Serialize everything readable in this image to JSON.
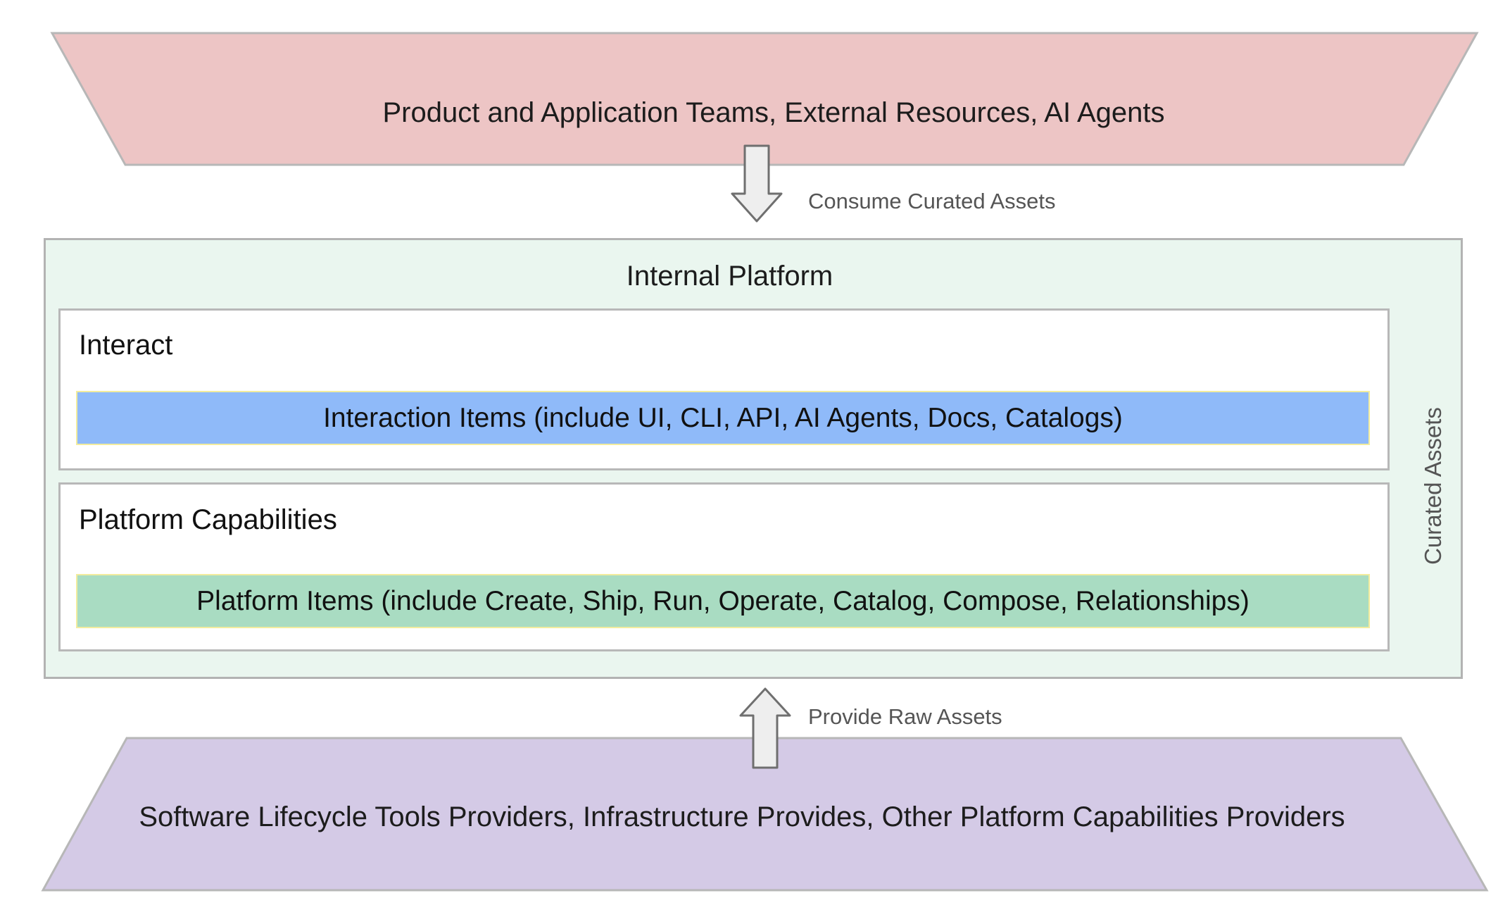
{
  "top_band": {
    "label": "Product and Application Teams, External Resources, AI Agents",
    "color": "#edc5c5"
  },
  "consume_arrow": {
    "label": "Consume Curated Assets"
  },
  "platform": {
    "title": "Internal Platform",
    "background": "#eaf6ef",
    "side_label": "Curated Assets",
    "interact": {
      "title": "Interact",
      "item_label": "Interaction Items (include UI, CLI, API, AI Agents, Docs, Catalogs)",
      "item_color": "#8fbaf9"
    },
    "capabilities": {
      "title": "Platform Capabilities",
      "item_label": "Platform Items (include Create, Ship, Run, Operate, Catalog, Compose, Relationships)",
      "item_color": "#a9dcc2"
    }
  },
  "provide_arrow": {
    "label": "Provide Raw Assets"
  },
  "bottom_band": {
    "label": "Software Lifecycle Tools Providers, Infrastructure Provides, Other Platform Capabilities Providers",
    "color": "#d4cae6"
  }
}
